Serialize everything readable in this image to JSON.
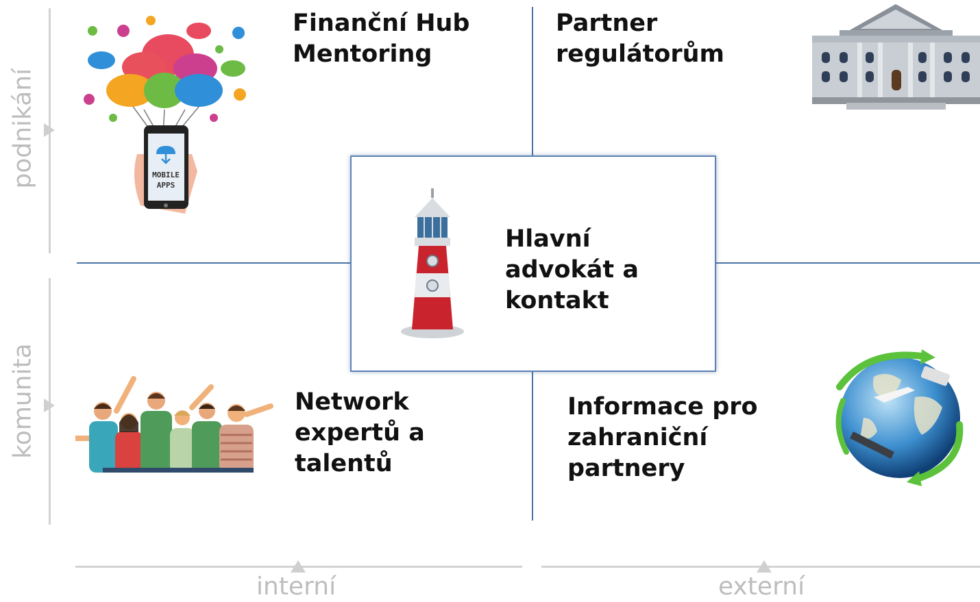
{
  "quadrants": {
    "top_left": {
      "title_line1": "Finanční Hub",
      "title_line2": "Mentoring",
      "icon": "mobile-apps-cloud-icon"
    },
    "top_right": {
      "title_line1": "Partner",
      "title_line2": "regulátorům",
      "icon": "government-building-icon"
    },
    "bottom_left": {
      "title_line1": "Network",
      "title_line2": "expertů a",
      "title_line3": "talentů",
      "icon": "people-group-icon"
    },
    "bottom_right": {
      "title_line1": "Informace pro",
      "title_line2": "zahraniční",
      "title_line3": "partnery",
      "icon": "globe-trade-icon"
    }
  },
  "center": {
    "title_line1": "Hlavní",
    "title_line2": "advokát a",
    "title_line3": "kontakt",
    "icon": "lighthouse-icon"
  },
  "axes": {
    "y_top": "podnikání",
    "y_bottom": "komunita",
    "x_left": "interní",
    "x_right": "externí"
  },
  "phone_text": {
    "line1": "MOBILE",
    "line2": "APPS"
  },
  "colors": {
    "divider": "#4a74a8",
    "axis": "#d2d2d2",
    "axis_label": "#bdbdbd",
    "box_border": "#5b82b5"
  }
}
